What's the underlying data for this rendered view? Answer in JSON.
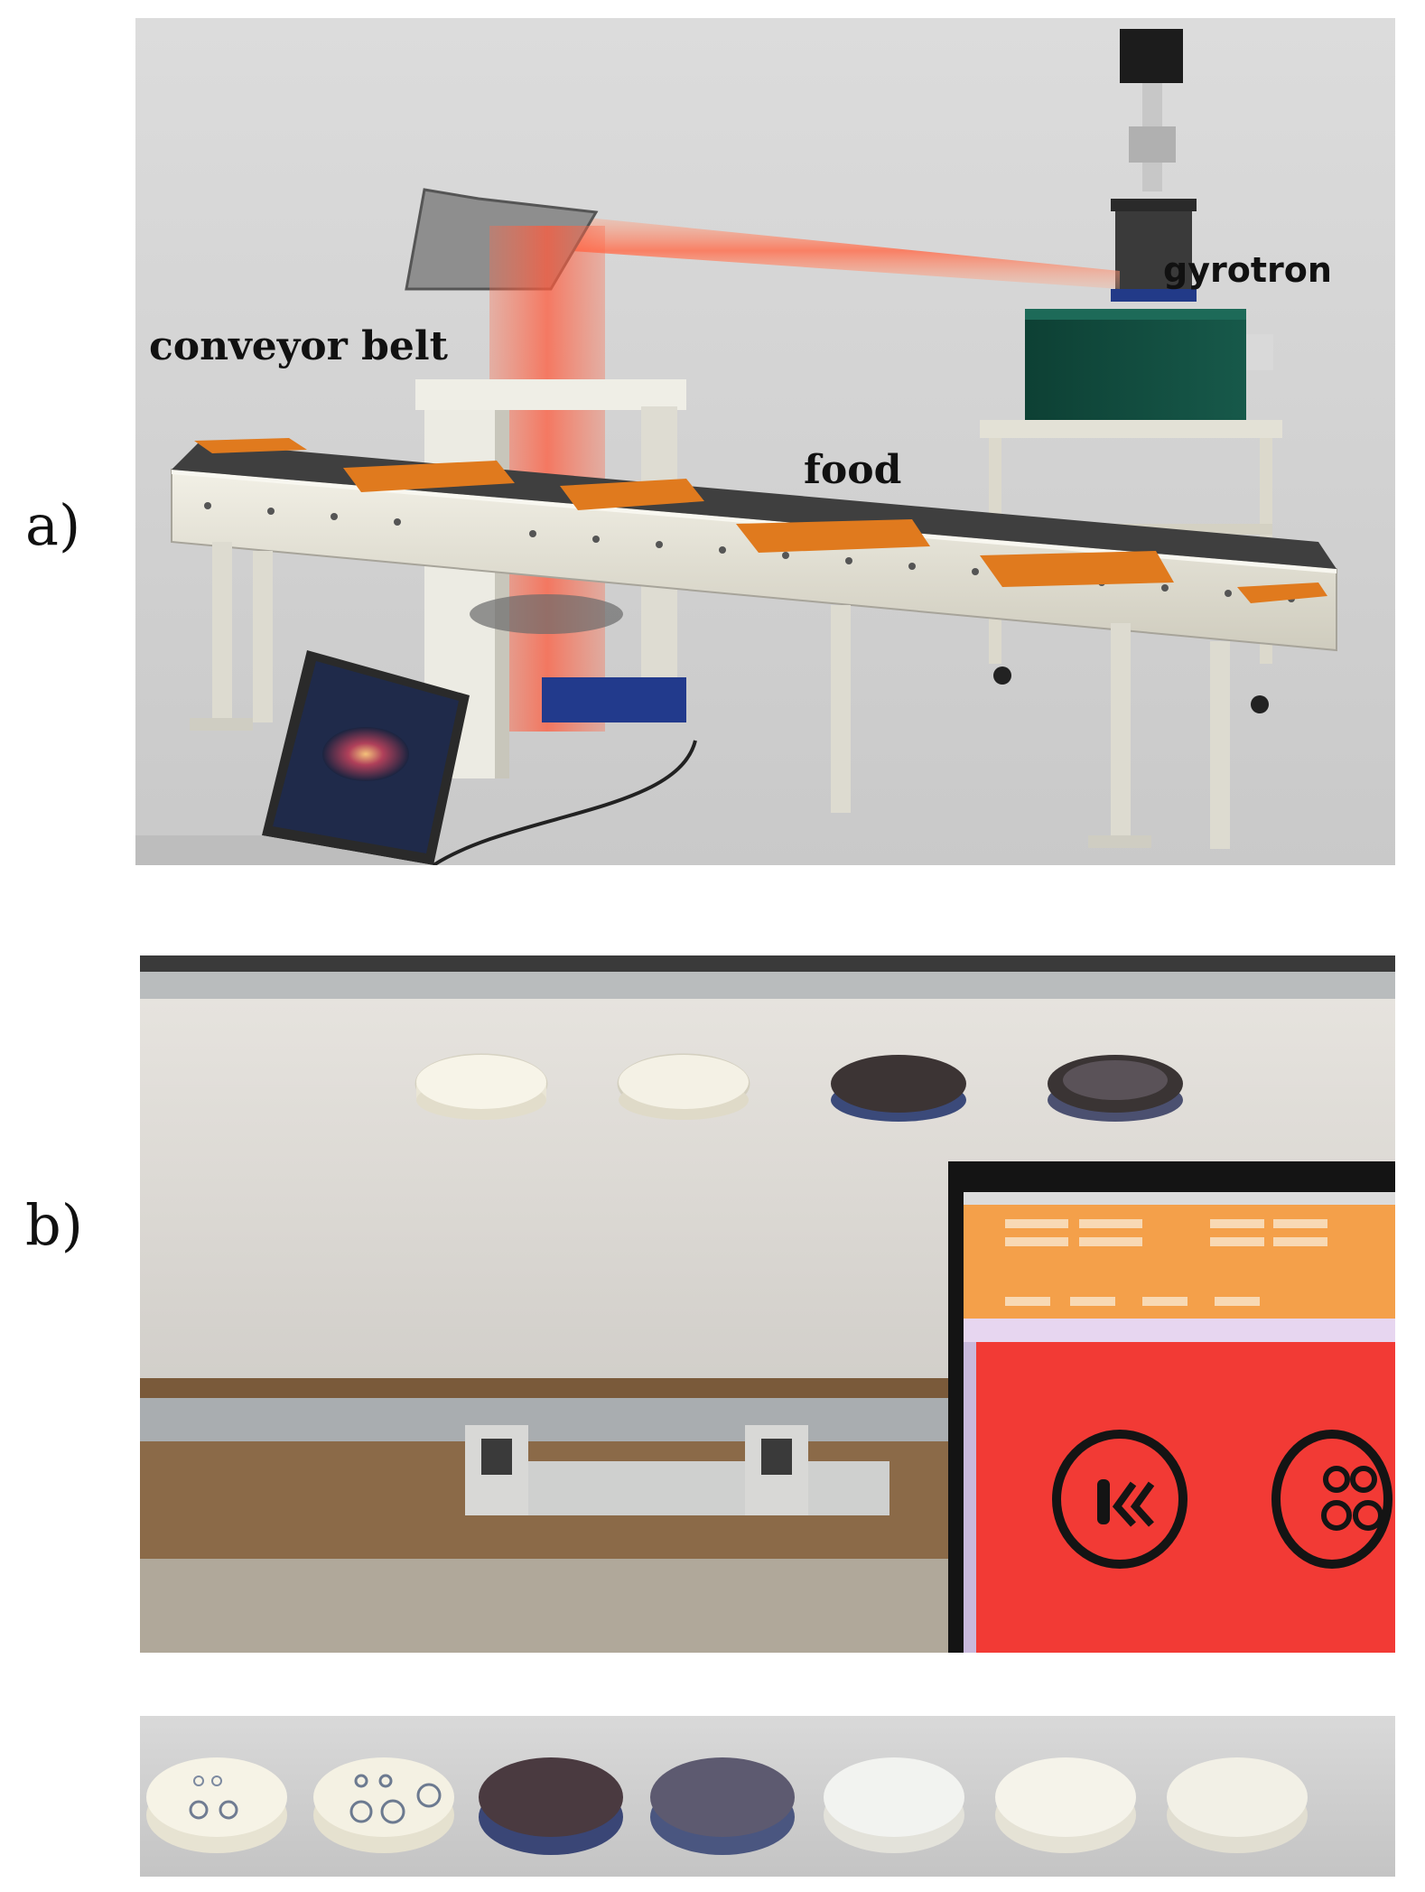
{
  "figure": {
    "panel_a": {
      "label": "a)",
      "callouts": {
        "conveyor": "conveyor belt",
        "food": "food",
        "gyrotron": "gyrotron"
      }
    },
    "panel_b": {
      "label": "b)"
    }
  },
  "colors": {
    "beam": "#ff5a3c",
    "food_block": "#e07a1e",
    "gyrotron_box": "#0f4a3c",
    "screen_red": "#f23a35",
    "screen_ui": "#f4a04a"
  }
}
